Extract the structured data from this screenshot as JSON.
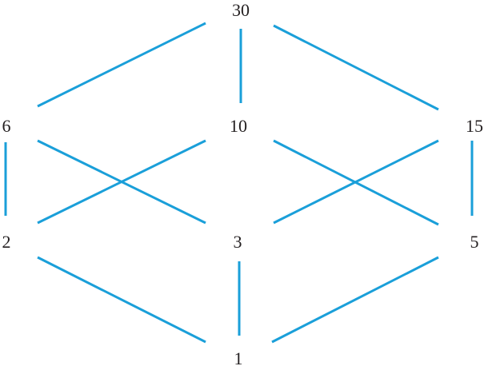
{
  "title": "",
  "edge_color": "#1a9fd9",
  "text_color": "#231f20",
  "nodes": {
    "n30": "30",
    "n6": "6",
    "n10": "10",
    "n15": "15",
    "n2": "2",
    "n3": "3",
    "n5": "5",
    "n1": "1"
  },
  "edges": [
    [
      "n30",
      "n6"
    ],
    [
      "n30",
      "n10"
    ],
    [
      "n30",
      "n15"
    ],
    [
      "n6",
      "n2"
    ],
    [
      "n6",
      "n3"
    ],
    [
      "n10",
      "n2"
    ],
    [
      "n10",
      "n5"
    ],
    [
      "n15",
      "n3"
    ],
    [
      "n15",
      "n5"
    ],
    [
      "n2",
      "n1"
    ],
    [
      "n3",
      "n1"
    ],
    [
      "n5",
      "n1"
    ]
  ]
}
